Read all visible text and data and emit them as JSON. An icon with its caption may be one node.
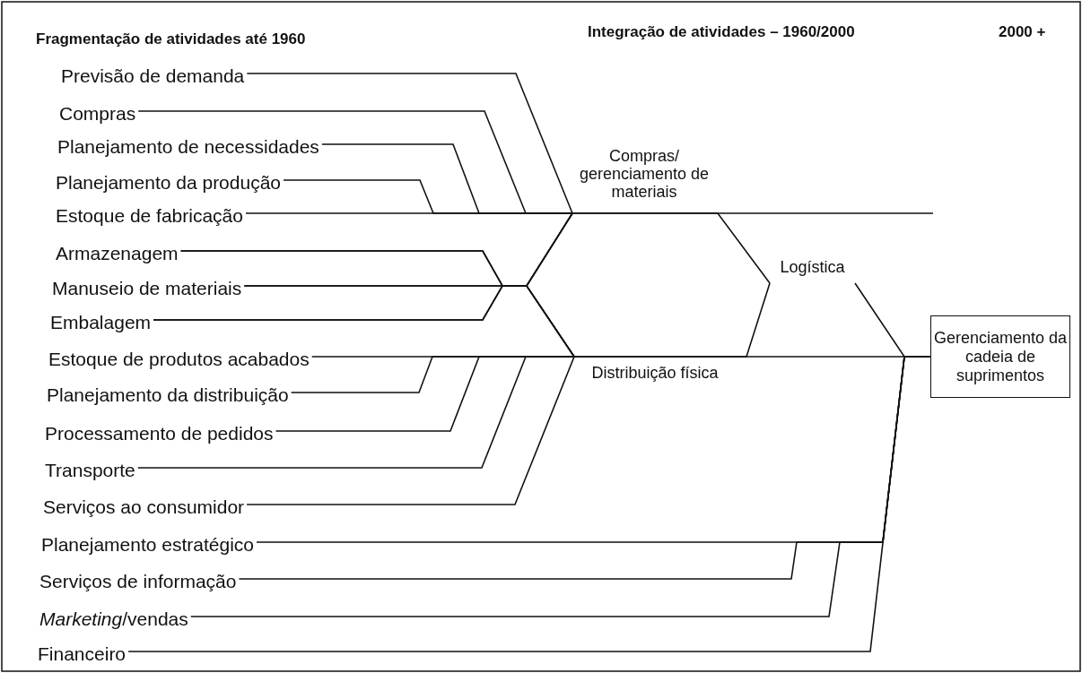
{
  "diagram": {
    "nodes": [
      {
        "text": [
          "Previsão de demanda"
        ]
      },
      {
        "text": [
          "Compras"
        ]
      },
      {
        "text": [
          "Planejamento de necessidades"
        ]
      },
      {
        "text": [
          "Planejamento da produção"
        ]
      },
      {
        "text": [
          "Estoque de fabricação"
        ]
      },
      {
        "text": [
          "Armazenagem"
        ]
      },
      {
        "text": [
          "Manuseio de materiais"
        ]
      },
      {
        "text": [
          "Embalagem"
        ]
      },
      {
        "text": [
          "Estoque de produtos acabados"
        ]
      },
      {
        "text": [
          "Planejamento da distribuição"
        ]
      },
      {
        "text": [
          "Processamento de pedidos"
        ]
      },
      {
        "text": [
          "Transporte"
        ]
      },
      {
        "text": [
          "Serviços ao consumidor"
        ]
      },
      {
        "text": [
          "Planejamento estratégico"
        ]
      },
      {
        "text": [
          "Serviços de informação"
        ]
      },
      {
        "text": [
          "*Marketing*/vendas"
        ]
      },
      {
        "text": [
          "Financeiro"
        ]
      },
      {
        "text": [
          "Compras/ gerenciamento de materiais"
        ]
      },
      {
        "text": [
          "Distribuição física"
        ]
      },
      {
        "text": [
          "Logística"
        ]
      },
      {
        "text": [
          "Gerenciamento da cadeia de suprimentos"
        ]
      }
    ],
    "edges": [
      {
        "from": 0,
        "to": 17,
        "arrow": "none"
      },
      {
        "from": 1,
        "to": 17,
        "arrow": "none"
      },
      {
        "from": 2,
        "to": 17,
        "arrow": "none"
      },
      {
        "from": 3,
        "to": 17,
        "arrow": "none"
      },
      {
        "from": 4,
        "to": 17,
        "arrow": "none"
      },
      {
        "from": 5,
        "to": 17,
        "arrow": "none"
      },
      {
        "from": 5,
        "to": 18,
        "arrow": "none"
      },
      {
        "from": 6,
        "to": 17,
        "arrow": "none"
      },
      {
        "from": 6,
        "to": 18,
        "arrow": "none"
      },
      {
        "from": 7,
        "to": 17,
        "arrow": "none"
      },
      {
        "from": 7,
        "to": 18,
        "arrow": "none"
      },
      {
        "from": 8,
        "to": 18,
        "arrow": "none"
      },
      {
        "from": 9,
        "to": 18,
        "arrow": "none"
      },
      {
        "from": 10,
        "to": 18,
        "arrow": "none"
      },
      {
        "from": 11,
        "to": 18,
        "arrow": "none"
      },
      {
        "from": 12,
        "to": 18,
        "arrow": "none"
      },
      {
        "from": 17,
        "to": 19,
        "arrow": "none"
      },
      {
        "from": 18,
        "to": 19,
        "arrow": "none"
      },
      {
        "from": 19,
        "to": 20,
        "arrow": "none"
      },
      {
        "from": 18,
        "to": 20,
        "arrow": "none"
      },
      {
        "from": 17,
        "to": null,
        "arrow": "none"
      },
      {
        "from": 13,
        "to": 20,
        "arrow": "none"
      },
      {
        "from": 14,
        "to": 20,
        "arrow": "none"
      },
      {
        "from": 15,
        "to": 20,
        "arrow": "none"
      },
      {
        "from": 16,
        "to": 20,
        "arrow": "none"
      }
    ],
    "labels": [
      "Fragmentação de atividades até 1960",
      "Integração de atividades – 1960/2000",
      "2000 +"
    ]
  }
}
